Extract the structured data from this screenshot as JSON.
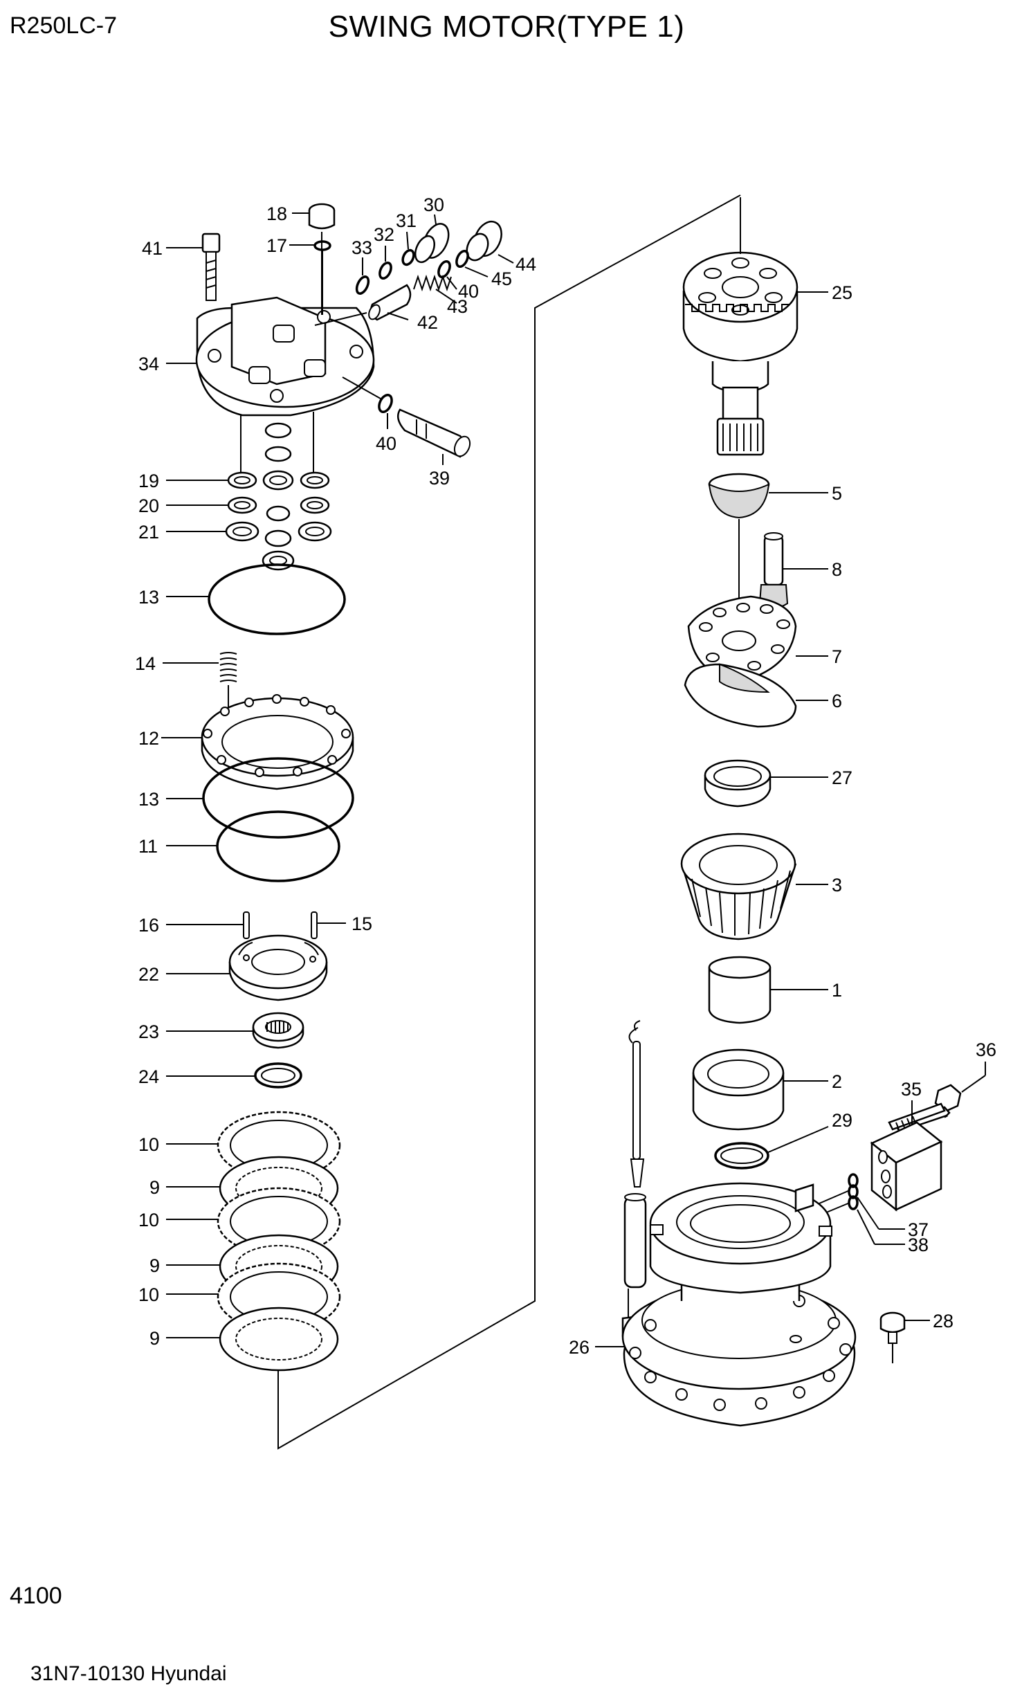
{
  "header": {
    "model": "R250LC-7",
    "title": "SWING MOTOR(TYPE 1)"
  },
  "footer": {
    "page_number": "4100",
    "catalog_ref": "31N7-10130 Hyundai"
  },
  "callouts": {
    "c41": "41",
    "c18": "18",
    "c17": "17",
    "c33": "33",
    "c32": "32",
    "c31": "31",
    "c30": "30",
    "c44": "44",
    "c45": "45",
    "c40a": "40",
    "c43": "43",
    "c42": "42",
    "c34": "34",
    "c40b": "40",
    "c39": "39",
    "c19": "19",
    "c20": "20",
    "c21": "21",
    "c13a": "13",
    "c14": "14",
    "c12": "12",
    "c13b": "13",
    "c11": "11",
    "c16": "16",
    "c15": "15",
    "c22": "22",
    "c23": "23",
    "c24": "24",
    "c10a": "10",
    "c9a": "9",
    "c10b": "10",
    "c9b": "9",
    "c10c": "10",
    "c9c": "9",
    "c25": "25",
    "c5": "5",
    "c8": "8",
    "c7": "7",
    "c6": "6",
    "c27": "27",
    "c3": "3",
    "c1": "1",
    "c2": "2",
    "c36": "36",
    "c35": "35",
    "c29": "29",
    "c37": "37",
    "c38": "38",
    "c28": "28",
    "c26": "26"
  },
  "colors": {
    "line": "#000000",
    "shade": "#d9d9d9",
    "background": "#ffffff"
  }
}
